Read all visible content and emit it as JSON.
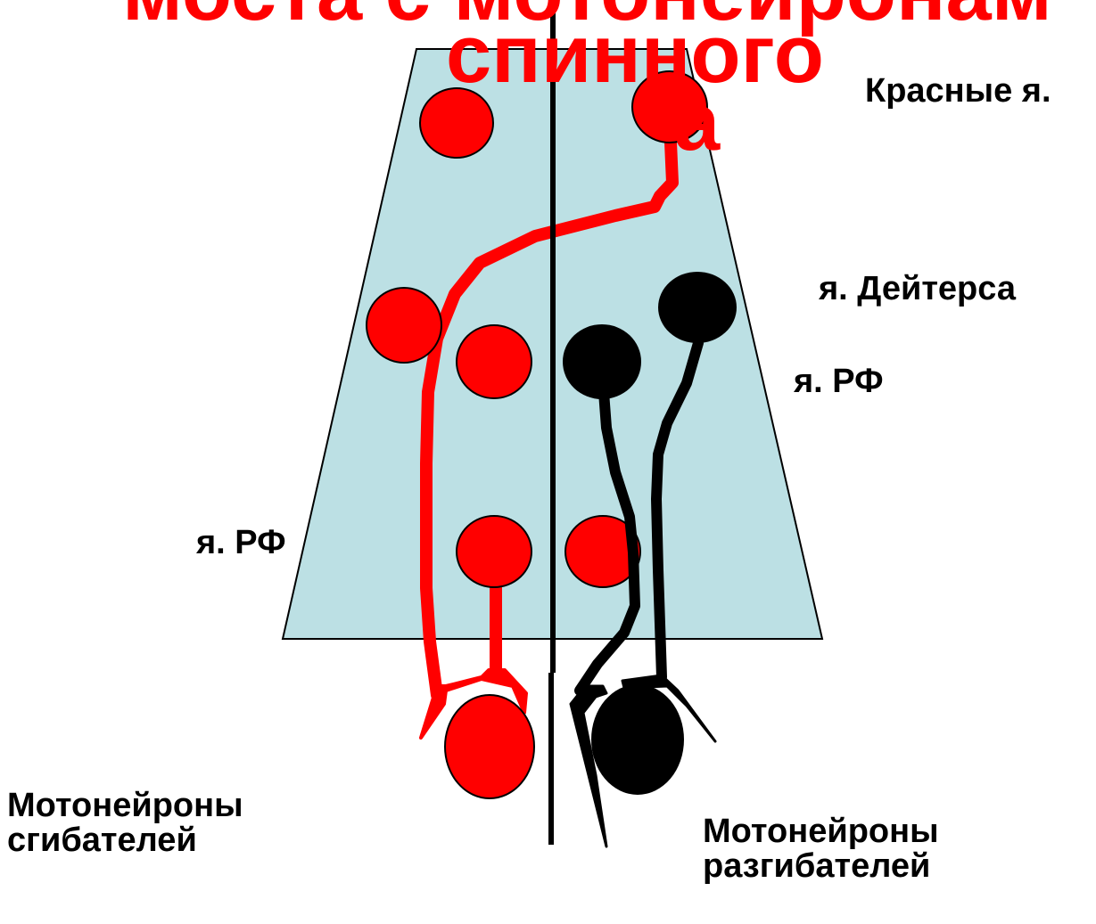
{
  "title": {
    "line1": "моста с мотонейронам",
    "line2": "спинного",
    "line3": "а"
  },
  "labels": {
    "red_nuclei": "Красные я.",
    "deiters_nucleus": "я. Дейтерса",
    "rf_nucleus_right": "я. РФ",
    "rf_nucleus_left": "я. РФ",
    "flexor_motoneurons_line1": "Мотонейроны",
    "flexor_motoneurons_line2": "сгибателей",
    "extensor_motoneurons_line1": "Мотонейроны",
    "extensor_motoneurons_line2": "разгибателей"
  },
  "colors": {
    "brainstem_fill": "#bce0e4",
    "excitatory_red": "#ff0000",
    "inhibitory_black": "#000000",
    "title_red": "#ff0000"
  }
}
